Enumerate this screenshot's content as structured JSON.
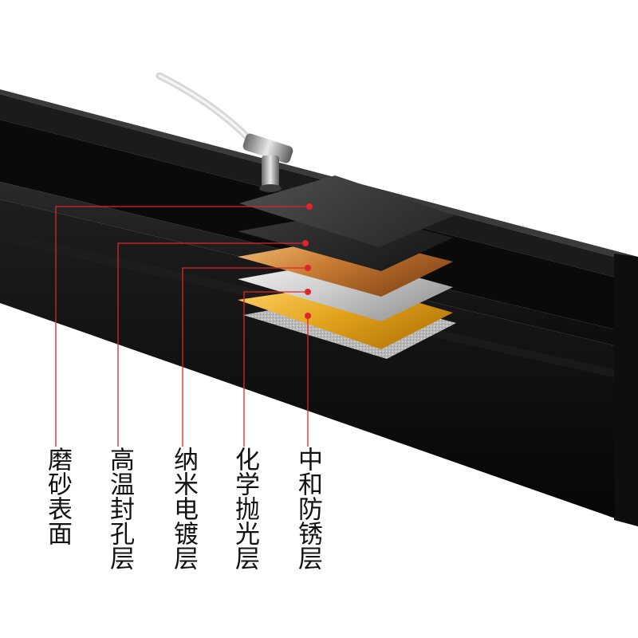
{
  "layers": [
    {
      "label": "磨砂表面",
      "color": "#3a3a3a"
    },
    {
      "label": "高温封孔层",
      "color": "#2a2a2a"
    },
    {
      "label": "纳米电镀层",
      "color": "#d08a3e"
    },
    {
      "label": "化学抛光层",
      "color": "#d6d6d6"
    },
    {
      "label": "中和防锈层",
      "color": "#e3aa28"
    }
  ],
  "colors": {
    "leader_line": "#e0242a",
    "rail": "#151515",
    "background": "#ffffff"
  }
}
